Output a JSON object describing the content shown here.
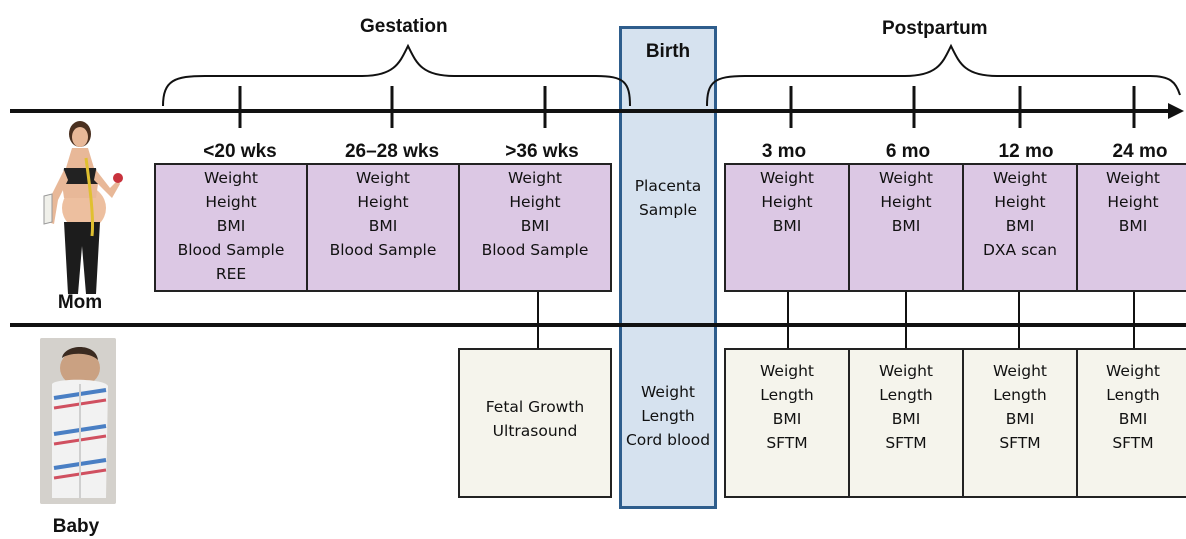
{
  "periods": {
    "gestation": "Gestation",
    "birth": "Birth",
    "postpartum": "Postpartum"
  },
  "subjects": {
    "mom": "Mom",
    "baby": "Baby"
  },
  "timepoints": [
    "<20 wks",
    "26–28 wks",
    ">36 wks",
    "3 mo",
    "6 mo",
    "12 mo",
    "24 mo"
  ],
  "mom_boxes": [
    [
      "Weight",
      "Height",
      "BMI",
      "Blood Sample",
      "REE"
    ],
    [
      "Weight",
      "Height",
      "BMI",
      "Blood Sample"
    ],
    [
      "Weight",
      "Height",
      "BMI",
      "Blood Sample"
    ],
    [
      "Weight",
      "Height",
      "BMI"
    ],
    [
      "Weight",
      "Height",
      "BMI"
    ],
    [
      "Weight",
      "Height",
      "BMI",
      "DXA scan"
    ],
    [
      "Weight",
      "Height",
      "BMI"
    ]
  ],
  "birth_mom": [
    "Placenta",
    "Sample"
  ],
  "birth_baby": [
    "Weight",
    "Length",
    "Cord blood"
  ],
  "baby_boxes": [
    [
      "Fetal Growth",
      "Ultrasound"
    ],
    [
      "Weight",
      "Length",
      "BMI",
      "SFTM"
    ],
    [
      "Weight",
      "Length",
      "BMI",
      "SFTM"
    ],
    [
      "Weight",
      "Length",
      "BMI",
      "SFTM"
    ],
    [
      "Weight",
      "Length",
      "BMI",
      "SFTM"
    ]
  ],
  "colors": {
    "mom_box": "#dcc8e4",
    "baby_box": "#f5f4ec",
    "birth_band": "#d6e2ef",
    "birth_border": "#2e5d8c"
  }
}
